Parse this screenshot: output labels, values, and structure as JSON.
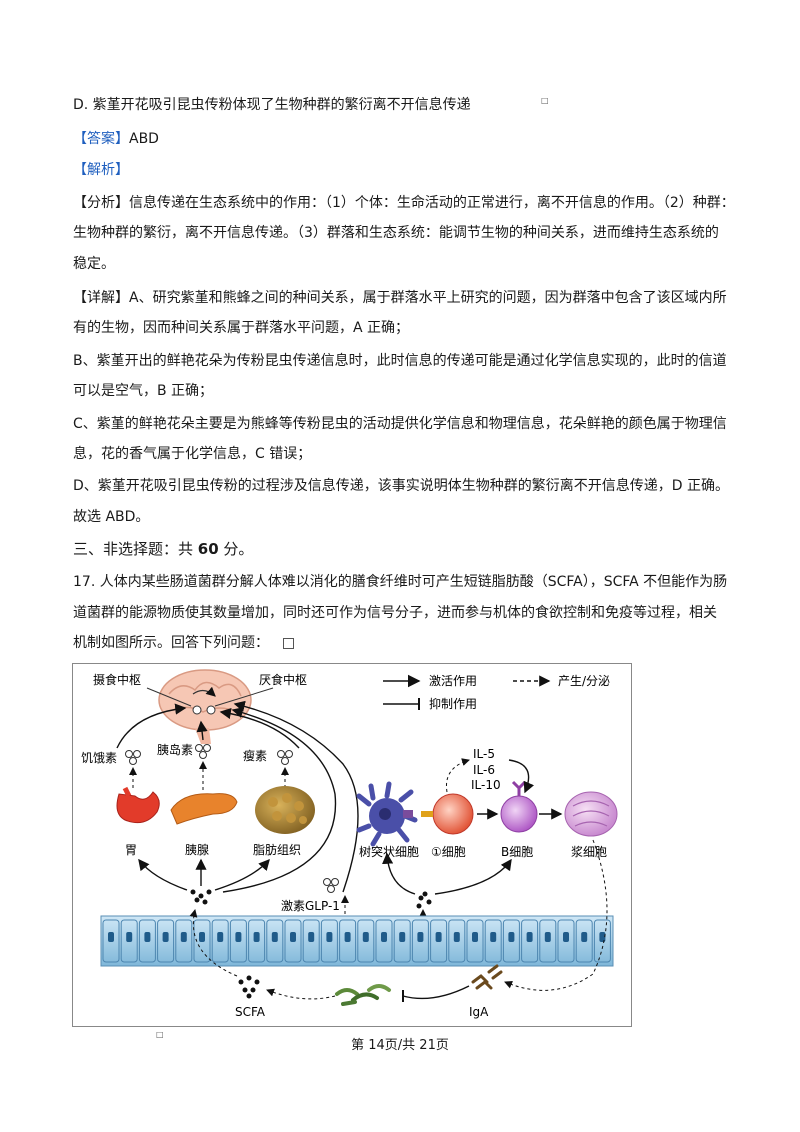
{
  "option_d": "D. 紫堇开花吸引昆虫传粉体现了生物种群的繁衍离不开信息传递",
  "answer_label": "【答案】",
  "answer_value": "ABD",
  "analysis_label": "【解析】",
  "fenxi": [
    "【分析】信息传递在生态系统中的作用：（1）个体：生命活动的正常进行，离不开信息的作用。（2）种群：",
    "生物种群的繁衍，离不开信息传递。（3）群落和生态系统：能调节生物的种间关系，进而维持生态系统的",
    "稳定。"
  ],
  "xiangjie": [
    "【详解】A、研究紫堇和熊蜂之间的种间关系，属于群落水平上研究的问题，因为群落中包含了该区域内所",
    "有的生物，因而种间关系属于群落水平问题，A 正确；",
    "B、紫堇开出的鲜艳花朵为传粉昆虫传递信息时，此时信息的传递可能是通过化学信息实现的，此时的信道",
    "可以是空气，B 正确；",
    "C、紫堇的鲜艳花朵主要是为熊蜂等传粉昆虫的活动提供化学信息和物理信息，花朵鲜艳的颜色属于物理信",
    "息，花的香气属于化学信息，C 错误；",
    "D、紫堇开花吸引昆虫传粉的过程涉及信息传递，该事实说明体生物种群的繁衍离不开信息传递，D 正确。",
    "故选  ABD。"
  ],
  "section_prefix": "三、非选择题：共 ",
  "section_score": "60",
  "section_suffix": " 分。",
  "q17": [
    "17. 人体内某些肠道菌群分解人体难以消化的膳食纤维时可产生短链脂肪酸（SCFA），SCFA 不但能作为肠",
    "道菌群的能源物质使其数量增加，同时还可作为信号分子，进而参与机体的食欲控制和免疫等过程，相关",
    "机制如图所示。回答下列问题："
  ],
  "figure": {
    "legend": {
      "activate": "激活作用",
      "produce": "产生/分泌",
      "inhibit": "抑制作用"
    },
    "brain_left": "摄食中枢",
    "brain_right": "厌食中枢",
    "hormones": [
      "饥饿素",
      "胰岛素",
      "瘦素"
    ],
    "organs": [
      "胃",
      "胰腺",
      "脂肪组织"
    ],
    "glp1": "激素GLP-1",
    "cytokines": [
      "IL-5",
      "IL-6",
      "IL-10"
    ],
    "cells": [
      "树突状细胞",
      "①细胞",
      "B细胞",
      "浆细胞"
    ],
    "scfa": "SCFA",
    "iga": "IgA"
  },
  "footer": "第 14页/共 21页"
}
